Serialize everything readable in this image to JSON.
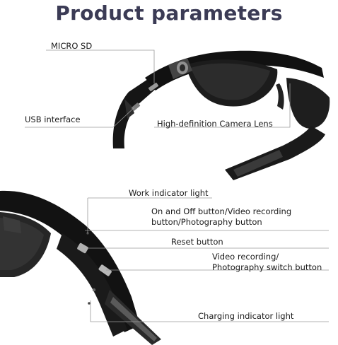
{
  "title": "Product parameters",
  "callouts": {
    "micro_sd": "MICRO SD",
    "usb": "USB interface",
    "camera": "High-definition Camera Lens",
    "work_light": "Work indicator light",
    "onoff": "On and Off button/Video recording\nbutton/Photography button",
    "reset": "Reset button",
    "switch": "Video recording/\nPhotography switch button",
    "charging": "Charging indicator light"
  }
}
